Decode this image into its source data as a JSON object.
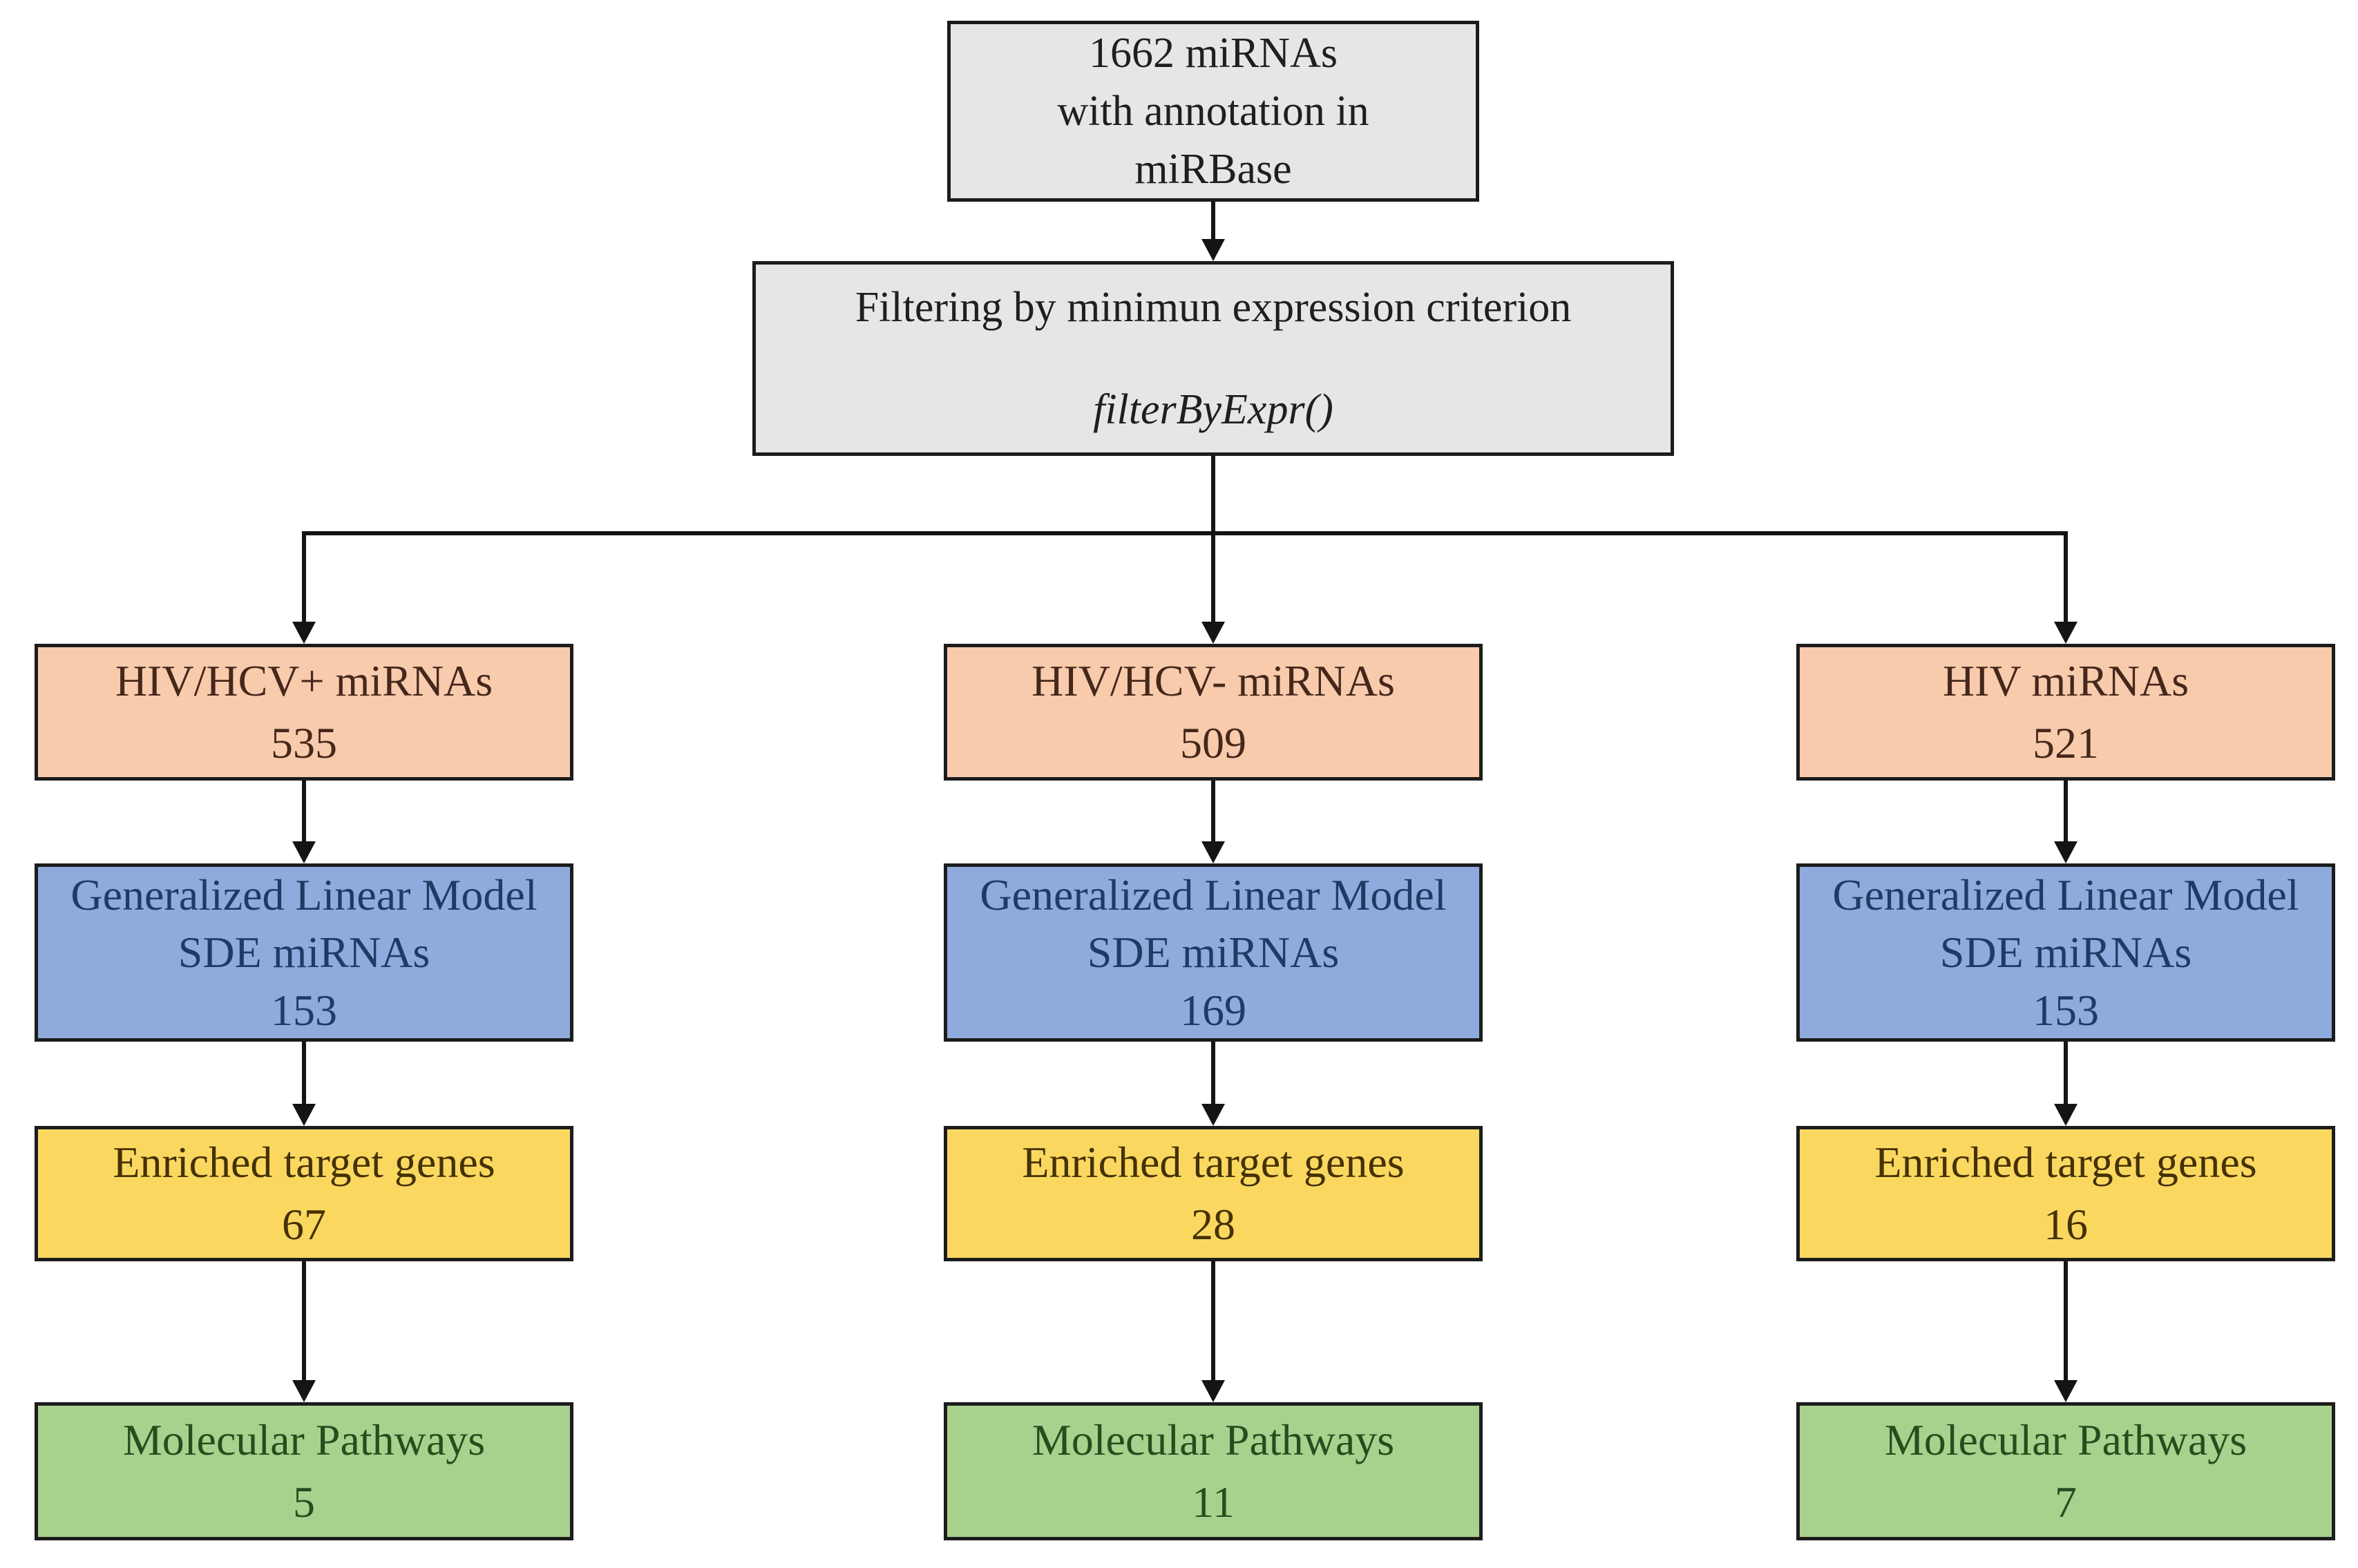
{
  "diagram": {
    "background": "#ffffff",
    "top_box": {
      "lines": [
        "1662 miRNAs",
        "with annotation in",
        "miRBase"
      ],
      "fill": "#e7e6e6"
    },
    "filter_box": {
      "title": "Filtering by minimun expression criterion",
      "code": "filterByExpr()",
      "fill": "#e7e6e6"
    },
    "columns": [
      {
        "group": {
          "label": "HIV/HCV+ miRNAs",
          "count": "535"
        },
        "glm": {
          "line1": "Generalized Linear Model",
          "line2": "SDE miRNAs",
          "count": "153"
        },
        "enriched": {
          "label": "Enriched target genes",
          "count": "67"
        },
        "pathways": {
          "label": "Molecular Pathways",
          "count": "5"
        }
      },
      {
        "group": {
          "label": "HIV/HCV- miRNAs",
          "count": "509"
        },
        "glm": {
          "line1": "Generalized Linear Model",
          "line2": "SDE miRNAs",
          "count": "169"
        },
        "enriched": {
          "label": "Enriched target genes",
          "count": "28"
        },
        "pathways": {
          "label": "Molecular Pathways",
          "count": "11"
        }
      },
      {
        "group": {
          "label": "HIV miRNAs",
          "count": "521"
        },
        "glm": {
          "line1": "Generalized Linear Model",
          "line2": "SDE miRNAs",
          "count": "153"
        },
        "enriched": {
          "label": "Enriched target genes",
          "count": "16"
        },
        "pathways": {
          "label": "Molecular Pathways",
          "count": "7"
        }
      }
    ],
    "colors": {
      "box_fill_gray": "#e7e6e6",
      "box_fill_orange": "#f8cbad",
      "box_fill_blue": "#8faadc",
      "box_fill_yellow": "#fad860",
      "box_fill_green": "#a9d18e",
      "box_border": "#1c1c1c",
      "arrow": "#141414"
    }
  }
}
